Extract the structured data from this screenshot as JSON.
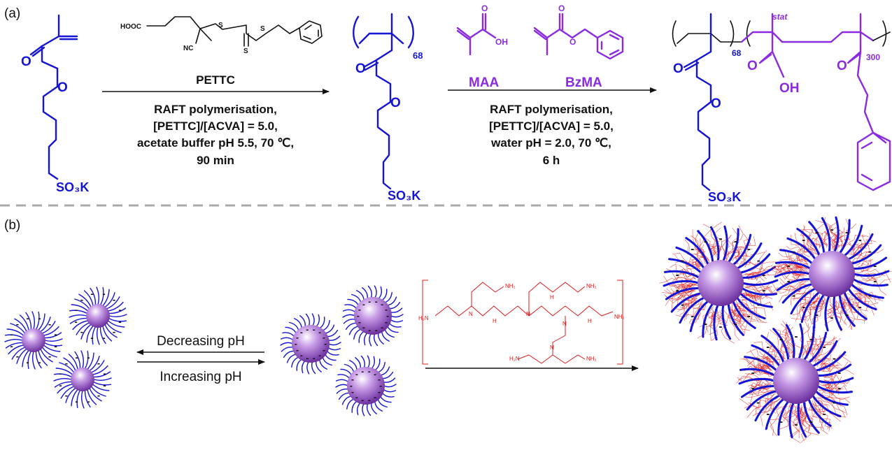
{
  "panel_a": {
    "label": "(a)",
    "raft_agent": {
      "cooh": "HOOC",
      "nc": "NC",
      "s1": "S",
      "s2": "S",
      "s3": "S",
      "name": "PETTC"
    },
    "step1": {
      "line1": "RAFT polymerisation,",
      "line2": "[PETTC]/[ACVA] = 5.0,",
      "line3": "acetate buffer pH 5.5, 70 ℃,",
      "line4": "90 min"
    },
    "step2": {
      "line1": "RAFT polymerisation,",
      "line2": "[PETTC]/[ACVA] = 5.0,",
      "line3": "water pH = 2.0, 70 ℃,",
      "line4": "6 h"
    },
    "monomer": {
      "o_carbonyl": "O",
      "o_ester": "O",
      "so3k": "SO₃K"
    },
    "macro_cta": {
      "o_carbonyl": "O",
      "o_ester": "O",
      "so3k": "SO₃K",
      "dp": "68"
    },
    "comonomers": {
      "oh": "OH",
      "o1": "O",
      "o2": "O",
      "o3": "O",
      "maa": "MAA",
      "bzma": "BzMA"
    },
    "copolymer": {
      "dp1": "68",
      "stat": "stat",
      "dp2": "300",
      "o1": "O",
      "o2": "O",
      "oh": "OH",
      "o3": "O",
      "o4": "O",
      "so3k": "SO₃K"
    }
  },
  "panel_b": {
    "label": "(b)",
    "decreasing_ph": "Decreasing pH",
    "increasing_ph": "Increasing pH",
    "charge_symbol": "-",
    "pei": {
      "nh2": "NH₂",
      "h2n": "H₂N",
      "n": "N",
      "h": "H"
    }
  },
  "colors": {
    "blue": "#1414d6",
    "purple": "#8a2be2",
    "red": "#e01b1b",
    "divider": "#aaaaaa"
  }
}
